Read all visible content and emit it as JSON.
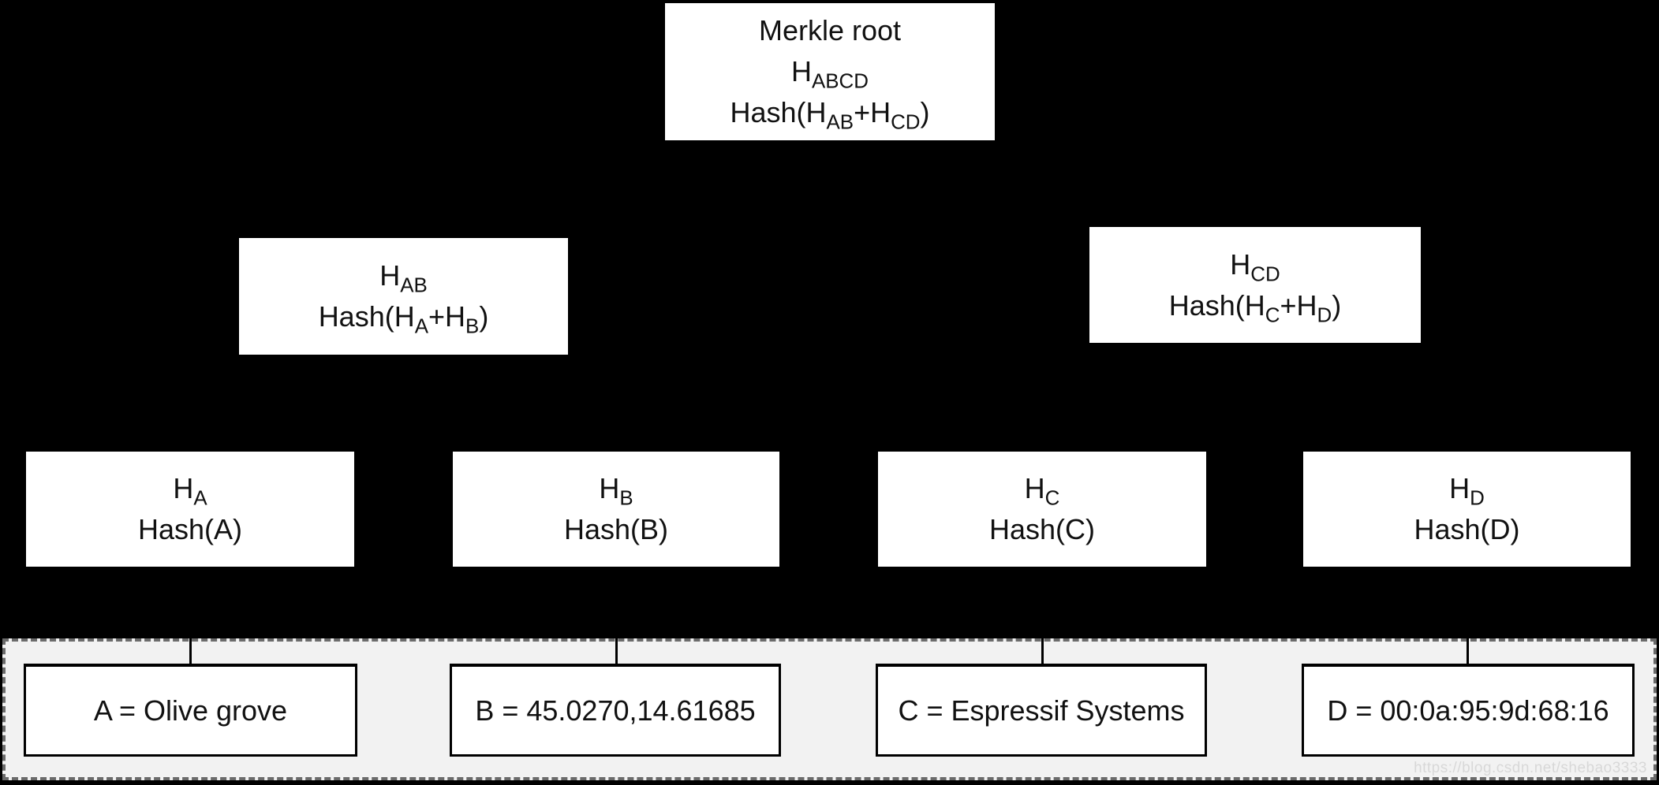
{
  "colors": {
    "background": "#000000",
    "node_fill": "#ffffff",
    "node_text": "#111111",
    "strip_fill": "#f2f2f2",
    "strip_border": "#6b6b6b",
    "leaf_border": "#000000",
    "connector": "#000000",
    "watermark_text_color": "#d8d8d8"
  },
  "nodes": {
    "root": {
      "lines": [
        [
          {
            "text": "Merkle root"
          }
        ],
        [
          {
            "text": "H"
          },
          {
            "sub": "ABCD"
          }
        ],
        [
          {
            "text": "Hash(H"
          },
          {
            "sub": "AB"
          },
          {
            "text": "+H"
          },
          {
            "sub": "CD"
          },
          {
            "text": ")"
          }
        ]
      ]
    },
    "hab": {
      "lines": [
        [
          {
            "text": "H"
          },
          {
            "sub": "AB"
          }
        ],
        [
          {
            "text": "Hash(H"
          },
          {
            "sub": "A"
          },
          {
            "text": "+H"
          },
          {
            "sub": "B"
          },
          {
            "text": ")"
          }
        ]
      ]
    },
    "hcd": {
      "lines": [
        [
          {
            "text": "H"
          },
          {
            "sub": "CD"
          }
        ],
        [
          {
            "text": "Hash(H"
          },
          {
            "sub": "C"
          },
          {
            "text": "+H"
          },
          {
            "sub": "D"
          },
          {
            "text": ")"
          }
        ]
      ]
    },
    "ha": {
      "lines": [
        [
          {
            "text": "H"
          },
          {
            "sub": "A"
          }
        ],
        [
          {
            "text": "Hash(A)"
          }
        ]
      ]
    },
    "hb": {
      "lines": [
        [
          {
            "text": "H"
          },
          {
            "sub": "B"
          }
        ],
        [
          {
            "text": "Hash(B)"
          }
        ]
      ]
    },
    "hc": {
      "lines": [
        [
          {
            "text": "H"
          },
          {
            "sub": "C"
          }
        ],
        [
          {
            "text": "Hash(C)"
          }
        ]
      ]
    },
    "hd": {
      "lines": [
        [
          {
            "text": "H"
          },
          {
            "sub": "D"
          }
        ],
        [
          {
            "text": "Hash(D)"
          }
        ]
      ]
    }
  },
  "leaves": {
    "a": {
      "label": "A = Olive grove"
    },
    "b": {
      "label": "B = 45.0270,14.61685"
    },
    "c": {
      "label": "C = Espressif Systems"
    },
    "d": {
      "label": "D = 00:0a:95:9d:68:16"
    }
  },
  "watermark": {
    "text": "https://blog.csdn.net/shebao3333"
  }
}
